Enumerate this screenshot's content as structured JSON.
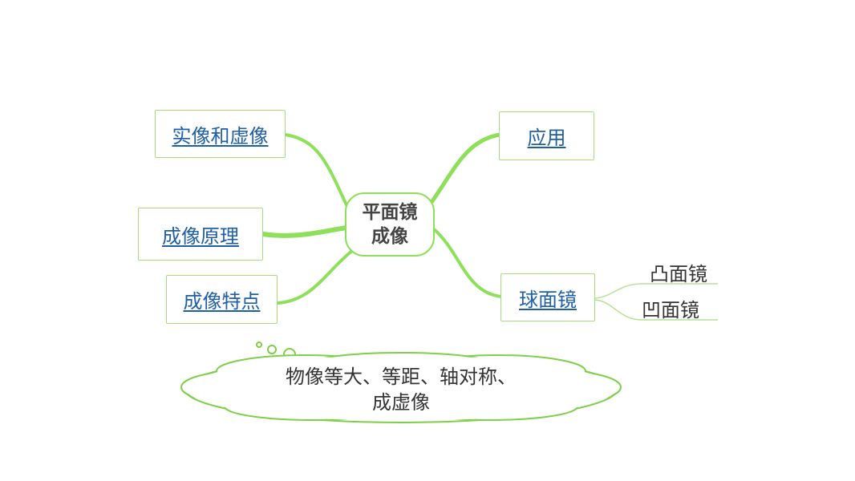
{
  "center": {
    "line1": "平面镜",
    "line2": "成像"
  },
  "nodes": {
    "real_virtual": "实像和虚像",
    "principle": "成像原理",
    "features": "成像特点",
    "application": "应用",
    "spherical": "球面镜"
  },
  "spherical_children": [
    "凸面镜",
    "凹面镜"
  ],
  "cloud": {
    "line1": "物像等大、等距、轴对称、",
    "line2": "成虚像"
  },
  "colors": {
    "branch": "#8ee05a",
    "link": "#1f5fa8",
    "border": "#a9dc7c"
  }
}
